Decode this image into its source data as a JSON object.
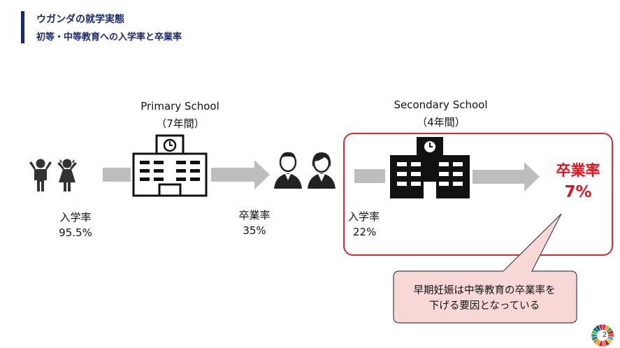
{
  "header": {
    "title": "ウガンダの就学実態",
    "subtitle": "初等・中等教育への入学率と卒業率"
  },
  "primary": {
    "name": "Primary School",
    "duration": "（7年間）",
    "enroll_label": "入学率",
    "enroll_value": "95.5%",
    "graduate_label": "卒業率",
    "graduate_value": "35%"
  },
  "secondary": {
    "name": "Secondary School",
    "duration": "（4年間）",
    "enroll_label": "入学率",
    "enroll_value": "22%",
    "graduate_label": "卒業率",
    "graduate_value": "7%"
  },
  "callout": {
    "line1": "早期妊娠は中等教育の卒業率を",
    "line2": "下げる要因となっている"
  },
  "page_number": "2",
  "colors": {
    "accent_navy": "#1b2a6b",
    "highlight_red": "#e0141e",
    "callout_fill": "#f8d7d7",
    "arrow_gray": "#bdbdbd"
  }
}
